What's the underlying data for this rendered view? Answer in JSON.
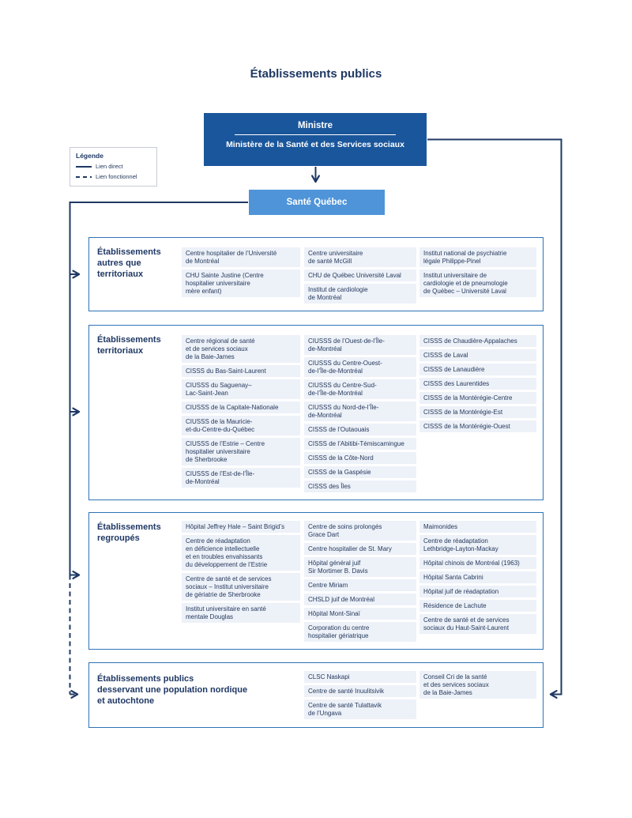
{
  "title": "Établissements publics",
  "ministre": {
    "line1": "Ministre",
    "line2": "Ministère de la Santé et des Services sociaux"
  },
  "sante_quebec": {
    "label": "Santé Québec"
  },
  "legend": {
    "title": "Légende",
    "items": [
      {
        "label": "Lien direct",
        "style": "solid"
      },
      {
        "label": "Lien fonctionnel",
        "style": "dashed"
      }
    ]
  },
  "colors": {
    "navy": "#1f3864",
    "ministre_bg": "#1a569b",
    "sante_quebec_bg": "#4f94d8",
    "section_border": "#2e74b5",
    "item_bg": "#edf1f8"
  },
  "sections": [
    {
      "label": "Établissements\nautres que\nterritoriaux",
      "columns": [
        [
          "Centre hospitalier de l’Université\nde Montréal",
          "CHU Sainte Justine (Centre\nhospitalier universitaire\nmère enfant)"
        ],
        [
          "Centre universitaire\nde santé McGill",
          "CHU de Québec Université Laval",
          "Institut de cardiologie\nde Montréal"
        ],
        [
          "Institut national de psychiatrie\nlégale Philippe-Pinel",
          "Institut universitaire de\ncardiologie et de pneumologie\nde Québec – Université Laval"
        ]
      ]
    },
    {
      "label": "Établissements\nterritoriaux",
      "columns": [
        [
          "Centre régional de santé\net de services sociaux\nde la Baie-James",
          "CISSS du Bas-Saint-Laurent",
          "CIUSSS du Saguenay–\nLac-Saint-Jean",
          "CIUSSS de la Capitale-Nationale",
          "CIUSSS de la Mauricie-\net-du-Centre-du-Québec",
          "CIUSSS de l’Estrie – Centre\nhospitalier universitaire\nde Sherbrooke",
          "CIUSSS de l’Est-de-l’Île-\nde-Montréal"
        ],
        [
          "CIUSSS de l’Ouest-de-l’Île-\nde-Montréal",
          "CIUSSS du Centre-Ouest-\nde-l’Île-de-Montréal",
          "CIUSSS du Centre-Sud-\nde-l’Île-de-Montréal",
          "CIUSSS du Nord-de-l’Île-\nde-Montréal",
          "CISSS de l’Outaouais",
          "CISSS de l’Abitibi-Témiscamingue",
          "CISSS de la Côte-Nord",
          "CISSS de la Gaspésie",
          "CISSS des Îles"
        ],
        [
          "CISSS de Chaudière-Appalaches",
          "CISSS de Laval",
          "CISSS de Lanaudière",
          "CISSS des Laurentides",
          "CISSS de la Montérégie-Centre",
          "CISSS de la Montérégie-Est",
          "CISSS de la Montérégie-Ouest"
        ]
      ]
    },
    {
      "label": "Établissements\nregroupés",
      "columns": [
        [
          "Hôpital Jeffrey Hale – Saint Brigid’s",
          "Centre de réadaptation\nen déficience intellectuelle\net en troubles envahissants\ndu développement de l’Estrie",
          "Centre de santé et de services\nsociaux – Institut universitaire\nde gériatrie de Sherbrooke",
          "Institut universitaire en santé\nmentale Douglas"
        ],
        [
          "Centre de soins prolongés\nGrace Dart",
          "Centre hospitalier de St. Mary",
          "Hôpital général juif\nSir Mortimer B. Davis",
          "Centre Miriam",
          "CHSLD juif de Montréal",
          "Hôpital Mont-Sinaï",
          "Corporation du centre\nhospitalier gériatrique"
        ],
        [
          "Maimonides",
          "Centre de réadaptation\nLethbridge-Layton-Mackay",
          "Hôpital chinois de Montréal (1963)",
          "Hôpital Santa Cabrini",
          "Hôpital juif de réadaptation",
          "Résidence de Lachute",
          "Centre de santé et de services\nsociaux du Haut-Saint-Laurent"
        ]
      ]
    },
    {
      "label": "Établissements publics\ndesservant une population nordique\net autochtone",
      "columns": [
        [],
        [
          "CLSC Naskapi",
          "Centre de santé Inuulitsivik",
          "Centre de santé Tulattavik\nde l’Ungava"
        ],
        [
          "Conseil Cri de la santé\net des services sociaux\nde la Baie-James"
        ]
      ]
    }
  ]
}
